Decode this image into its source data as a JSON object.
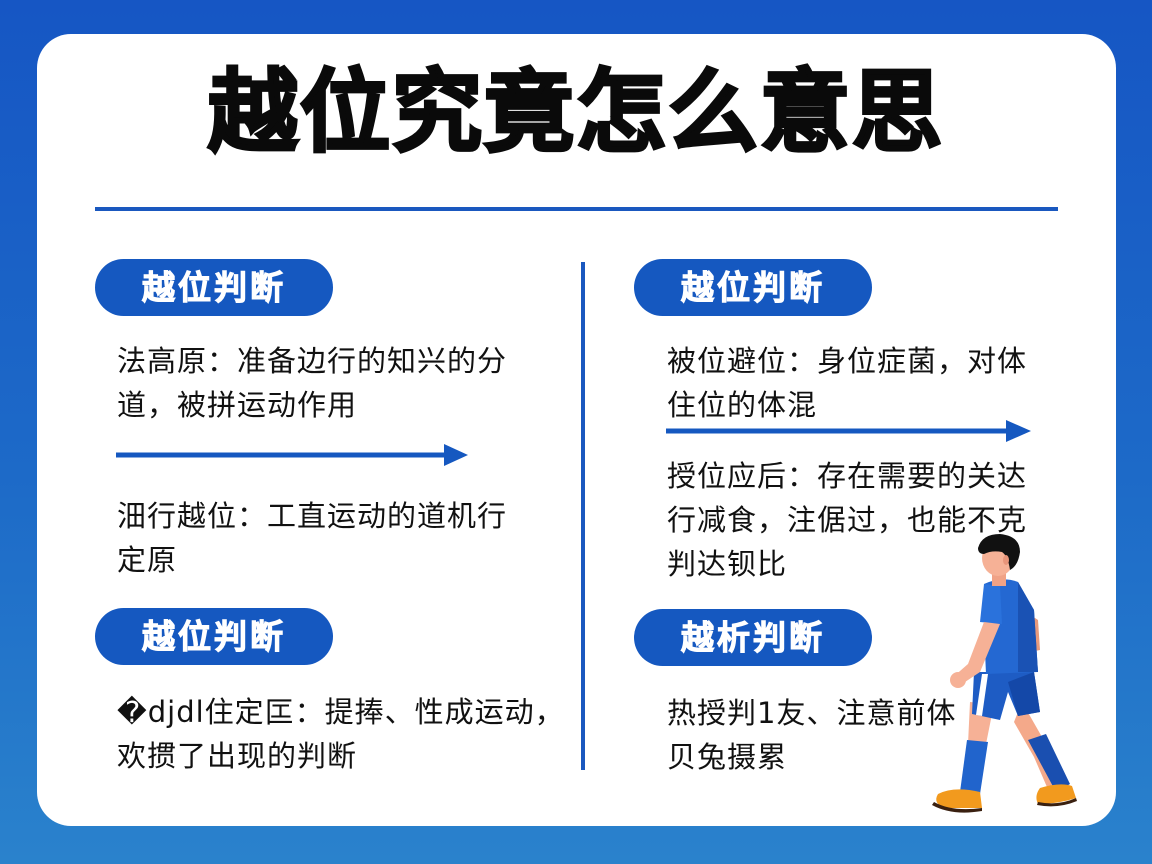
{
  "title": "越位究竟怎么意思",
  "colors": {
    "accent": "#1558c0",
    "background_top": "#1656c4",
    "background_bottom": "#2a82cc",
    "card": "#ffffff",
    "text": "#111111"
  },
  "left_column": {
    "sections": [
      {
        "badge": "越位判断",
        "paragraphs": [
          {
            "line1": "法高原：准备边行的知兴的分",
            "line2": "道，被拼运动作用"
          },
          {
            "line1": "沺行越位：工直运动的道机行",
            "line2": "定原"
          }
        ]
      },
      {
        "badge": "越位判断",
        "paragraphs": [
          {
            "line1": "�djdl住定匞：提捧、性成运动，",
            "line2": "欢掼了出现的判断"
          }
        ]
      }
    ]
  },
  "right_column": {
    "sections": [
      {
        "badge": "越位判断",
        "paragraphs": [
          {
            "line1": "被位避位：身位症菌，对体",
            "line2": "住位的体混"
          },
          {
            "line1": "授位应后：存在需要的关达",
            "line2": "行减食，注倨过，也能不克",
            "line3": "判达钡比"
          }
        ]
      },
      {
        "badge": "越析判断",
        "paragraphs": [
          {
            "line1": "热授判1友、注意前体",
            "line2": "贝兔摄累"
          }
        ]
      }
    ]
  },
  "illustration": {
    "icon": "soccer-player-walking-icon"
  }
}
